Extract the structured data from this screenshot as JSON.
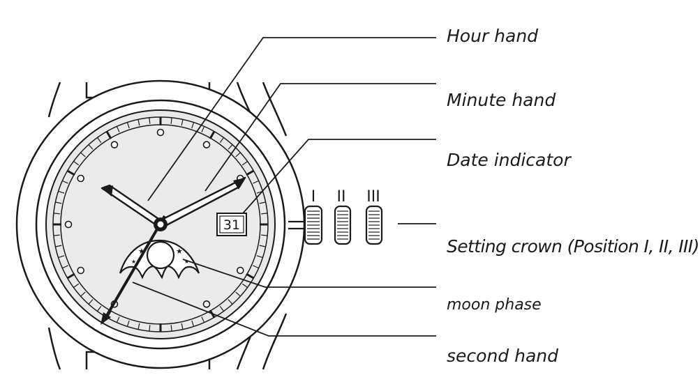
{
  "labels": {
    "hour_hand": "Hour hand",
    "minute_hand": "Minute hand",
    "date_indicator": "Date indicator",
    "setting_crown": "Setting crown (Position I, II, III)",
    "moon_phase": "moon phase",
    "second_hand": "second hand"
  },
  "watch": {
    "date_value": "31",
    "crown_positions": [
      "I",
      "II",
      "III"
    ]
  }
}
